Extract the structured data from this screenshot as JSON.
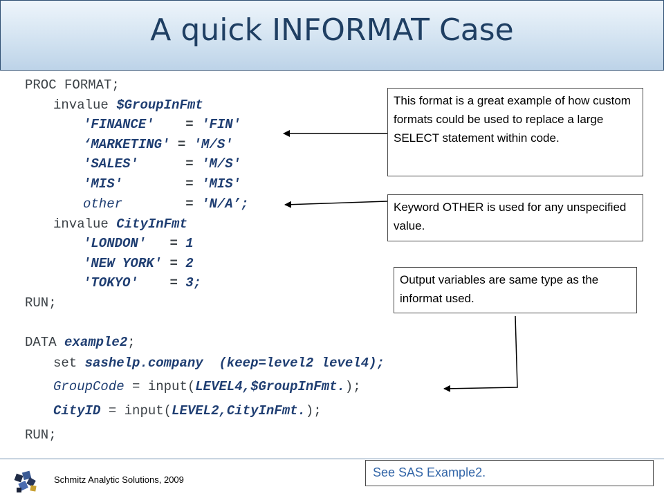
{
  "title": "A quick INFORMAT Case",
  "code": {
    "proc_format": "PROC FORMAT",
    "semicolon": ";",
    "invalue_kw": "invalue",
    "group_fmt": "$GroupInFmt",
    "rows_group": [
      {
        "key": "'FINANCE'",
        "pad": "   ",
        "eq": "=",
        "val": "'FIN'"
      },
      {
        "key": "‘MARKETING'",
        "pad": " ",
        "eq": "=",
        "val": "'M/S'"
      },
      {
        "key": "'SALES'",
        "pad": "     ",
        "eq": "=",
        "val": "'M/S'"
      },
      {
        "key": "'MIS'",
        "pad": "       ",
        "eq": "=",
        "val": "'MIS'"
      },
      {
        "key": "other",
        "pad": "       ",
        "eq": "=",
        "val": "'N/A’;"
      }
    ],
    "city_fmt": "CityInFmt",
    "rows_city": [
      {
        "key": "'LONDON'",
        "pad": "  ",
        "eq": "=",
        "val": "1"
      },
      {
        "key": "'NEW YORK'",
        "pad": "",
        "eq": "=",
        "val": "2"
      },
      {
        "key": "'TOKYO'",
        "pad": "   ",
        "eq": "=",
        "val": "3;"
      }
    ],
    "run1": "RUN;",
    "data_kw": "DATA",
    "dataset": "example2",
    "set_kw": "set",
    "set_src": "sashelp.company",
    "set_opt": "(keep=level2 level4);",
    "group_code": "GroupCode",
    "equals": "=",
    "input_fn": "input(",
    "arg1": "LEVEL4,$GroupInFmt.",
    "close1": ");",
    "city_id": "CityID",
    "arg2": "LEVEL2,CityInFmt.",
    "close2": ");",
    "run2": "RUN;"
  },
  "notes": {
    "note1": "This format is a great example of how custom formats could be used to replace a large SELECT statement within code.",
    "note2": "Keyword OTHER is used for any unspecified value.",
    "note3": "Output variables are same type as the informat used."
  },
  "footer": {
    "company": "Schmitz Analytic Solutions, 2009",
    "see": "See SAS Example2."
  }
}
